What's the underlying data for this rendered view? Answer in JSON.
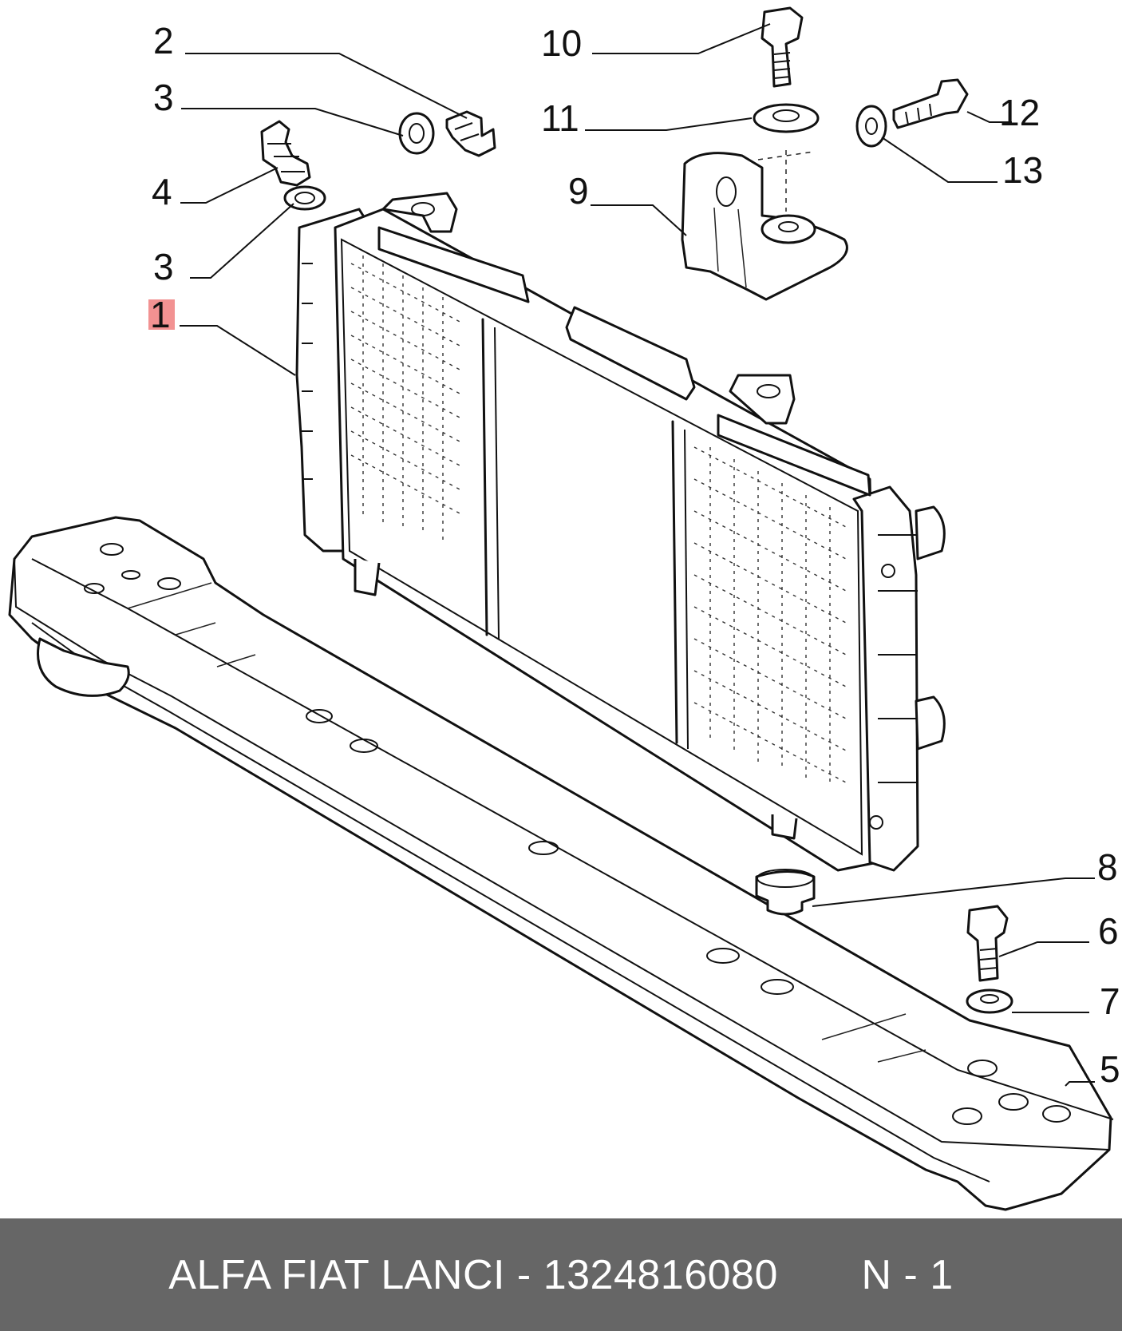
{
  "callouts": {
    "c1": "1",
    "c2": "2",
    "c3a": "3",
    "c3b": "3",
    "c4": "4",
    "c5": "5",
    "c6": "6",
    "c7": "7",
    "c8": "8",
    "c9": "9",
    "c10": "10",
    "c11": "11",
    "c12": "12",
    "c13": "13"
  },
  "highlight_callout": "1",
  "highlight_color": "#f07f7f",
  "footer": {
    "part_label": "ALFA FIAT LANCI - 1324816080",
    "page_label": "N - 1",
    "background": "#666666"
  }
}
